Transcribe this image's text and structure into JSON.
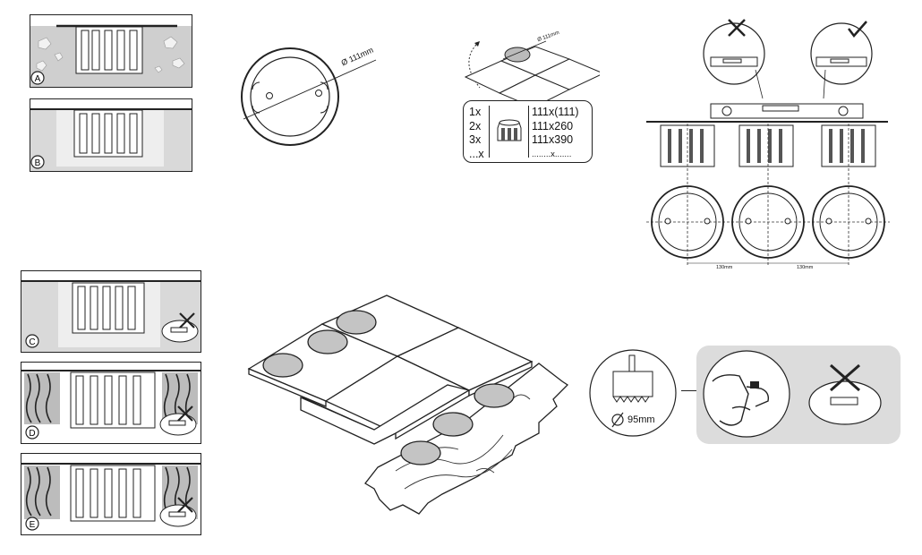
{
  "panels": {
    "a": {
      "letter": "A"
    },
    "b": {
      "letter": "B"
    },
    "c": {
      "letter": "C"
    },
    "d": {
      "letter": "D"
    },
    "e": {
      "letter": "E"
    }
  },
  "top_view": {
    "diameter_label": "Ø 111mm"
  },
  "plate": {
    "diameter_label": "Ø 95mm"
  },
  "size_table": {
    "counts": [
      "1x",
      "2x",
      "3x",
      "...x"
    ],
    "sizes": [
      "111x(111)",
      "111x260",
      "111x390",
      "........x......."
    ]
  },
  "spacing": {
    "left": "130mm",
    "right": "130mm"
  },
  "hole_saw": {
    "diameter_label": "95mm"
  },
  "marks": {
    "wrong": "cross-icon",
    "right": "check-icon"
  },
  "colors": {
    "line": "#222222",
    "fill_gray": "#cfcfcf",
    "panel_gray": "#dcdcdc"
  }
}
